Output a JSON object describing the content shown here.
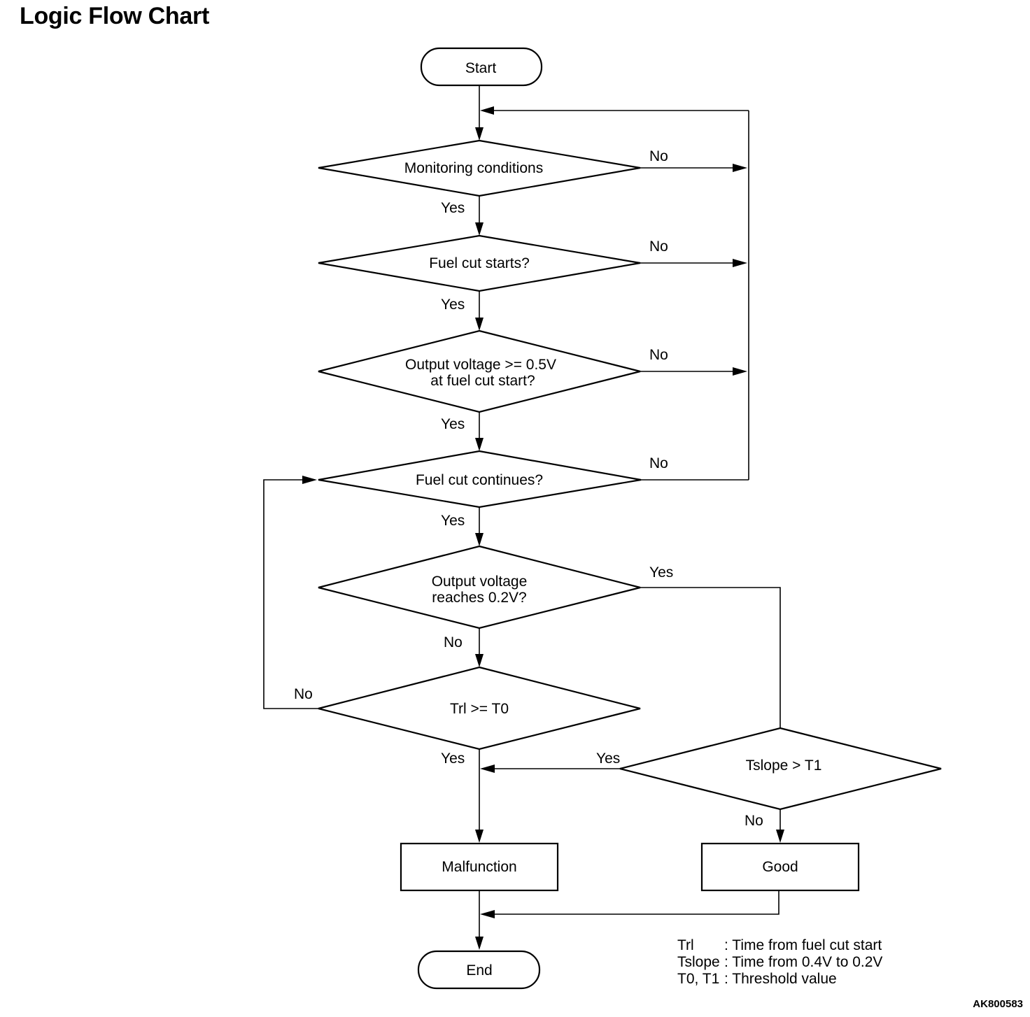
{
  "title": "Logic Flow Chart",
  "nodes": {
    "start": "Start",
    "monitoring": "Monitoring conditions",
    "fuel_cut_starts": "Fuel cut starts?",
    "output_voltage_05_line1": "Output voltage >= 0.5V",
    "output_voltage_05_line2": "at fuel cut start?",
    "fuel_cut_continues": "Fuel cut continues?",
    "reaches_02_line1": "Output voltage",
    "reaches_02_line2": "reaches 0.2V?",
    "trl_t0": "Trl >= T0",
    "tslope_t1": "Tslope > T1",
    "malfunction": "Malfunction",
    "good": "Good",
    "end": "End"
  },
  "branches": {
    "monitoring_no": "No",
    "monitoring_yes": "Yes",
    "fuel_cut_starts_no": "No",
    "fuel_cut_starts_yes": "Yes",
    "output_voltage_05_no": "No",
    "output_voltage_05_yes": "Yes",
    "fuel_cut_continues_no": "No",
    "fuel_cut_continues_yes": "Yes",
    "reaches_02_yes": "Yes",
    "reaches_02_no": "No",
    "trl_t0_no": "No",
    "trl_t0_yes": "Yes",
    "tslope_t1_yes": "Yes",
    "tslope_t1_no": "No"
  },
  "legend": {
    "line1_term": "Trl",
    "line1_desc": ": Time from fuel cut start",
    "line2_term": "Tslope",
    "line2_desc": ": Time from 0.4V to 0.2V",
    "line3_term": "T0, T1",
    "line3_desc": ": Threshold value"
  },
  "reference_code": "AK800583"
}
